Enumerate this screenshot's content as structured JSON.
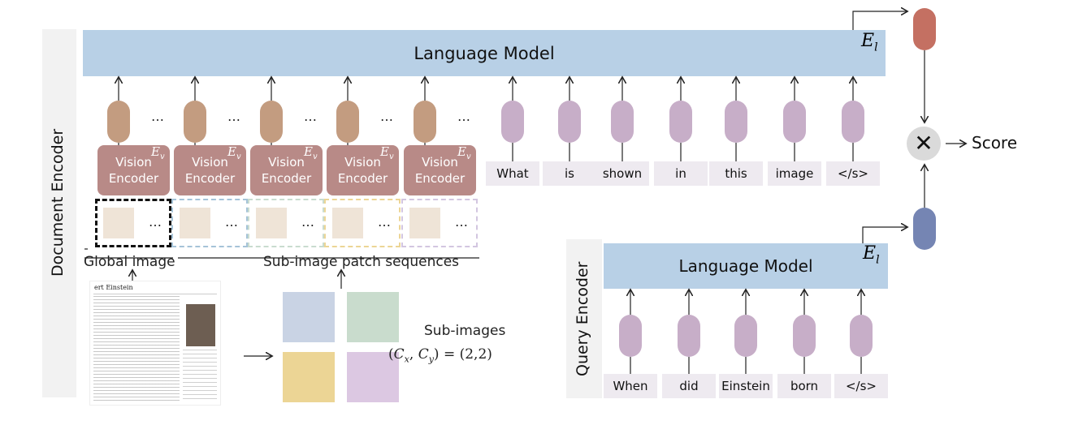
{
  "document_encoder": {
    "label": "Document Encoder",
    "language_model": "Language Model",
    "lm_symbol": "E",
    "lm_subscript": "l",
    "vision_encoder": {
      "line1": "Vision",
      "line2": "Encoder",
      "symbol": "E",
      "subscript": "v"
    },
    "ellipsis": "…",
    "global_image_label": "Global image",
    "subimage_label": "Sub-image patch sequences",
    "text_tokens": [
      "What",
      "is",
      "shown",
      "in",
      "this",
      "image",
      "</s>"
    ],
    "subimages_label": "Sub-images",
    "subimages_formula": "(C_x, C_y) = (2,2)",
    "subimage_colors": [
      "#c9d3e4",
      "#c9dccd",
      "#ecd595",
      "#dcc8e2"
    ],
    "patch_box_colors": [
      "#111111",
      "#a5c3d8",
      "#c9dccf",
      "#ecd595",
      "#d3c6e0"
    ],
    "wiki_page_title": "ert Einstein"
  },
  "query_encoder": {
    "label": "Query Encoder",
    "language_model": "Language Model",
    "lm_symbol": "E",
    "lm_subscript": "l",
    "tokens": [
      "When",
      "did",
      "Einstein",
      "born",
      "</s>"
    ]
  },
  "score": {
    "operator_symbol": "✕",
    "label": "Score"
  },
  "colors": {
    "language_model_bar": "#b8d0e6",
    "vision_encoder": "#b88a87",
    "patch_pill": "#c39c80",
    "text_pill": "#c7aec8",
    "doc_embedding": "#c47062",
    "query_embedding": "#7585b3"
  }
}
